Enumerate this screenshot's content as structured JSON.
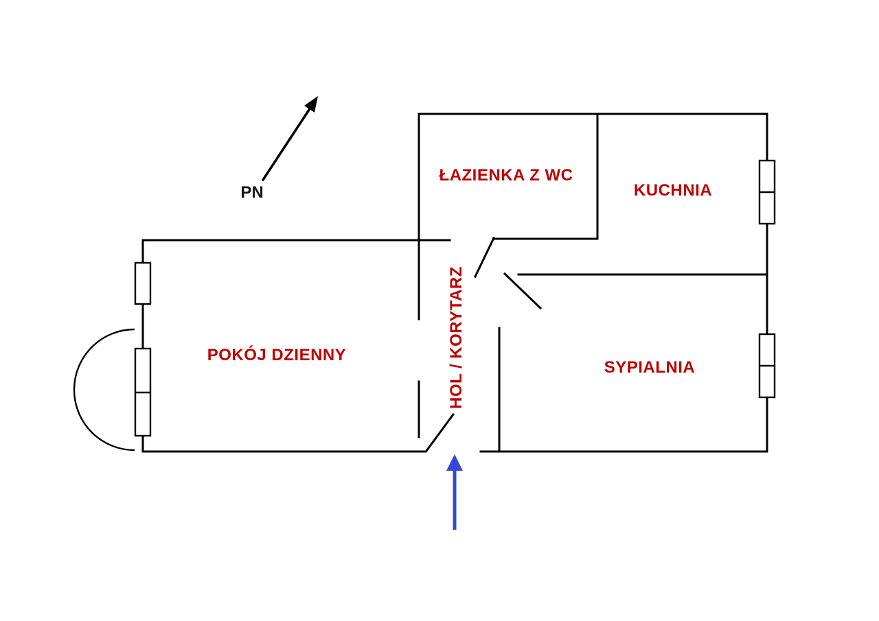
{
  "diagram": {
    "type": "apartment-floor-plan",
    "background": "#ffffff",
    "wall_color": "#000000",
    "label_color": "#c00000",
    "north_label_color": "#151515",
    "entrance_arrow_color": "#3748d6"
  },
  "labels": {
    "bathroom": "ŁAZIENKA Z WC",
    "kitchen": "KUCHNIA",
    "living_room": "POKÓJ DZIENNY",
    "hall": "HOL / KORYTARZ",
    "bedroom": "SYPIALNIA",
    "north": "PN"
  }
}
